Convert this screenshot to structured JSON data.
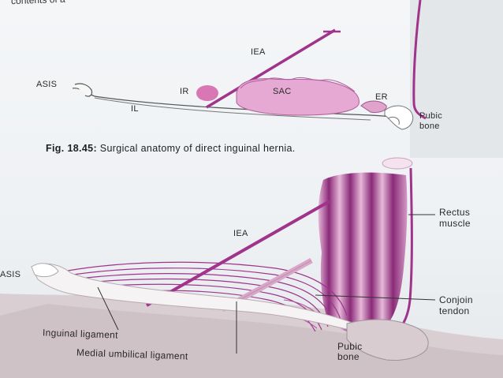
{
  "top_fragment": "contents of a",
  "figure1": {
    "labels": {
      "iea": "IEA",
      "asis": "ASIS",
      "ir": "IR",
      "sac": "SAC",
      "er": "ER",
      "il": "IL",
      "pubic_bone": [
        "Pubic",
        "bone"
      ]
    },
    "caption_prefix": "Fig. 18.45:",
    "caption_text": " Surgical anatomy of direct inguinal hernia."
  },
  "figure2": {
    "labels": {
      "iea": "IEA",
      "asis": "ASIS",
      "rectus_muscle": [
        "Rectus",
        "muscle"
      ],
      "conjoint_tendon": [
        "Conjoin",
        "tendon"
      ],
      "inguinal_ligament": "Inguinal ligament",
      "medial_umbilical_ligament": "Medial umbilical ligament",
      "pubic_bone": [
        "Pubic",
        "bone"
      ]
    }
  },
  "colors": {
    "vessel": "#a0348c",
    "sac": "#e5a9d3",
    "muscle_dark": "#8a2a78",
    "muscle_light": "#e6b8d8",
    "ligament": "#c98ab9",
    "bone": "#ffffff"
  }
}
